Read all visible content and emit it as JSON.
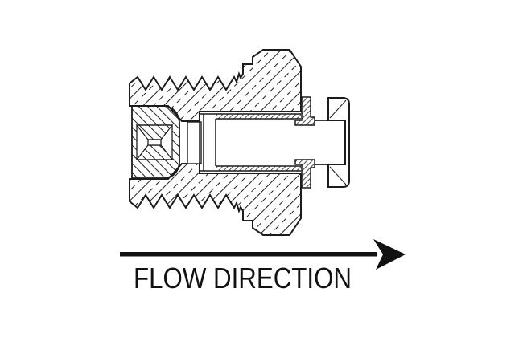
{
  "drawing": {
    "title": "valve-fitting-cross-section",
    "flow_label": "FLOW DIRECTION",
    "arrow_direction": "right",
    "line_color": "#1c1c1c",
    "ink_color": "#111111",
    "background_color": "#ffffff",
    "parts": [
      "threaded-body",
      "filter-orifice-insert",
      "spacer-ring",
      "sleeve-cage",
      "retainer-top",
      "retainer-bottom",
      "poppet-stem",
      "poppet-head",
      "flow-arrow"
    ]
  }
}
